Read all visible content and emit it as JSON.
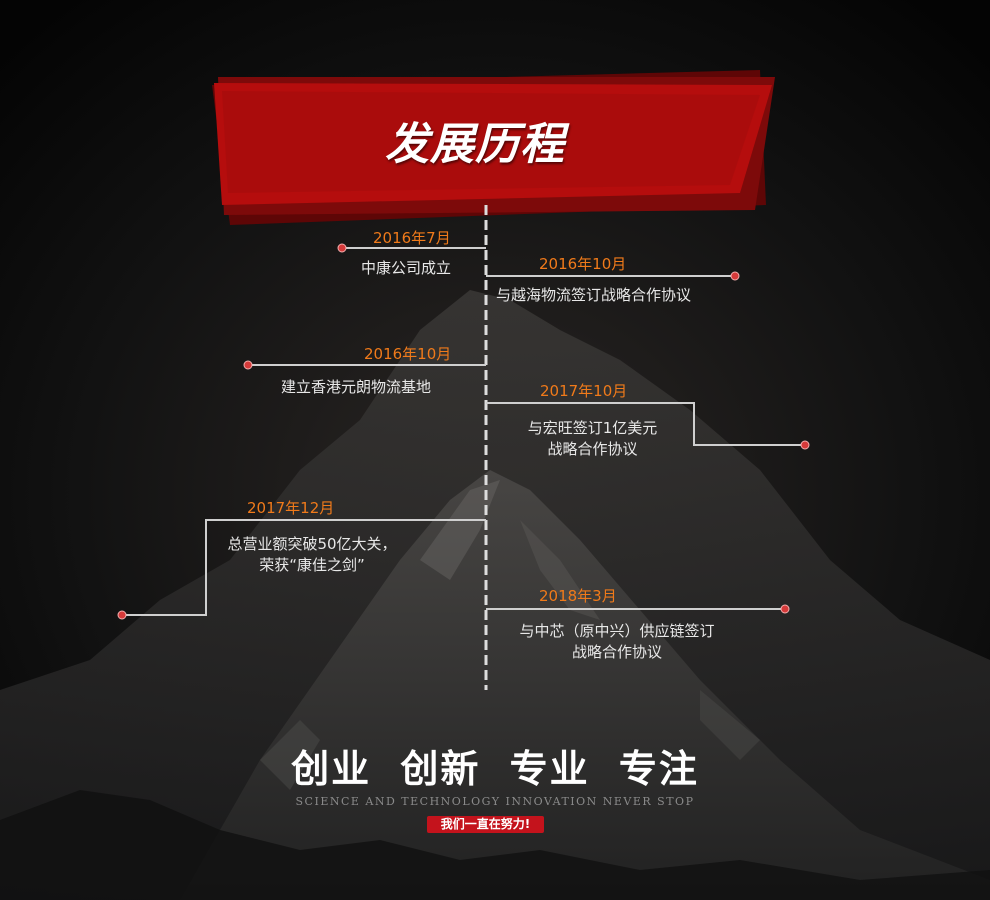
{
  "banner": {
    "title": "发展历程"
  },
  "timeline": [
    {
      "date": "2016年7月",
      "desc": "中康公司成立"
    },
    {
      "date": "2016年10月",
      "desc": "与越海物流签订战略合作协议"
    },
    {
      "date": "2016年10月",
      "desc": "建立香港元朗物流基地"
    },
    {
      "date": "2017年10月",
      "desc_lines": [
        "与宏旺签订1亿美元",
        "战略合作协议"
      ]
    },
    {
      "date": "2017年12月",
      "desc_lines": [
        "总营业额突破50亿大关，",
        "荣获“康佳之剑”"
      ]
    },
    {
      "date": "2018年3月",
      "desc_lines": [
        "与中芯（原中兴）供应链签订",
        "战略合作协议"
      ]
    }
  ],
  "footer": {
    "slogan": "创业 创新 专业 专注",
    "subtitle": "SCIENCE AND TECHNOLOGY INNOVATION NEVER STOP",
    "tagline": "我们一直在努力!"
  },
  "colors": {
    "accent": "#f07a1a",
    "banner_red": "#b50d0d",
    "dot": "#d63a3a"
  }
}
